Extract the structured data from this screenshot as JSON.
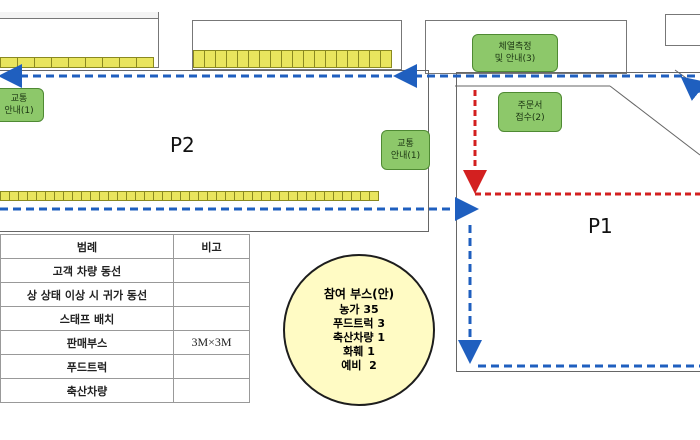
{
  "zones": {
    "p2": "P2",
    "p1": "P1"
  },
  "labels": {
    "traffic_left": [
      "교통",
      "안내(1)"
    ],
    "traffic_center": [
      "교통",
      "안내(1)"
    ],
    "temp_check": [
      "체열측정",
      "및 안내(3)"
    ],
    "order": [
      "주문서",
      "접수(2)"
    ]
  },
  "legend": {
    "header": [
      "범례",
      "비고"
    ],
    "rows": [
      {
        "label": "고객 차량 동선",
        "note": ""
      },
      {
        "label": "상 상태 이상 시 귀가 동선",
        "note": ""
      },
      {
        "label": "스태프 배치",
        "note": ""
      },
      {
        "label": "판매부스",
        "note": "3M×3M"
      },
      {
        "label": "푸드트럭",
        "note": ""
      },
      {
        "label": "축산차량",
        "note": ""
      }
    ]
  },
  "booths": {
    "title": "참여 부스(안)",
    "items": [
      "농가 35",
      "푸드트럭 3",
      "축산차량 1",
      "화훼 1",
      "예비  2"
    ]
  },
  "colors": {
    "customer_route": "#1f5fbf",
    "home_route": "#d32020",
    "staff": "#8dc86a",
    "booth": "#e9e55e"
  }
}
